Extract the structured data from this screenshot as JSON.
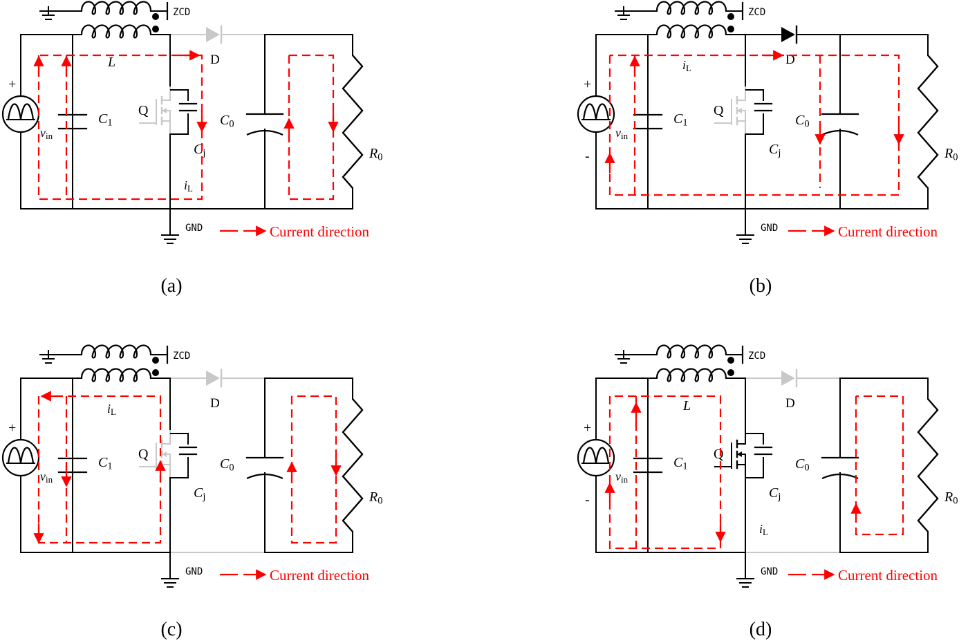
{
  "colors": {
    "wire": "#000000",
    "inactive": "#c8c8c8",
    "current": "#ff0000",
    "background": "#ffffff"
  },
  "labels": {
    "zcd": "ZCD",
    "gnd": "GND",
    "inductor": "L",
    "diode": "D",
    "switch": "Q",
    "c1_main": "C",
    "c1_sub": "1",
    "cj_main": "C",
    "cj_sub": "j",
    "c0_main": "C",
    "c0_sub": "0",
    "r0_main": "R",
    "r0_sub": "0",
    "vin_main": "v",
    "vin_sub": "in",
    "il_main": "i",
    "il_sub": "L",
    "plus": "+",
    "minus": "-",
    "legend": "Current direction"
  },
  "panels": [
    {
      "id": "a",
      "caption": "(a)",
      "diode_active": false,
      "switch_active": false,
      "gnd_to_c0_active": true,
      "show_minus": false,
      "show_L_label": true,
      "show_iL_top": false,
      "show_iL_bottom": true
    },
    {
      "id": "b",
      "caption": "(b)",
      "diode_active": true,
      "switch_active": false,
      "gnd_to_c0_active": true,
      "show_minus": true,
      "show_L_label": false,
      "show_iL_top": true,
      "show_iL_bottom": false
    },
    {
      "id": "c",
      "caption": "(c)",
      "diode_active": false,
      "switch_active": false,
      "gnd_to_c0_active": false,
      "show_minus": false,
      "show_L_label": false,
      "show_iL_top": true,
      "show_iL_bottom": false
    },
    {
      "id": "d",
      "caption": "(d)",
      "diode_active": false,
      "switch_active": true,
      "gnd_to_c0_active": false,
      "show_minus": true,
      "show_L_label": true,
      "show_iL_top": false,
      "show_iL_bottom": true
    }
  ]
}
